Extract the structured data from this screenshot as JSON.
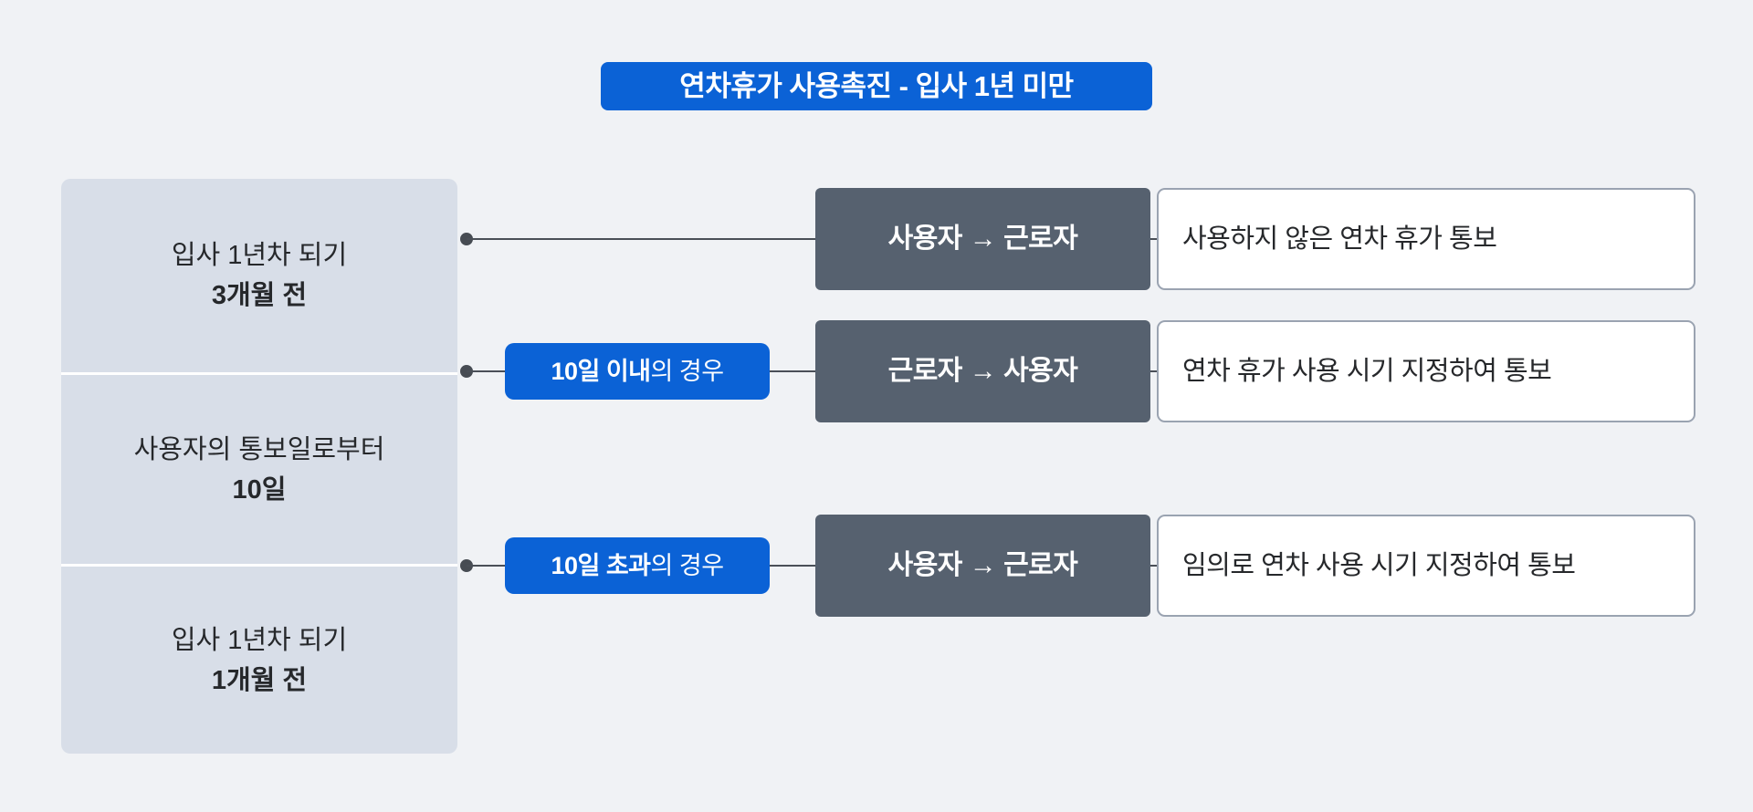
{
  "title": "연차휴가 사용촉진 - 입사 1년 미만",
  "colors": {
    "background": "#f0f2f5",
    "accent_blue": "#0b62d6",
    "panel_gray": "#d8dee8",
    "actor_slate": "#56616f",
    "connector": "#4a4f57",
    "text_dark": "#26282b",
    "desc_border": "#9aa3b1"
  },
  "timeline": {
    "sections": [
      {
        "line1": "입사 1년차 되기",
        "line2": "3개월 전"
      },
      {
        "line1": "사용자의 통보일로부터",
        "line2": "10일"
      },
      {
        "line1": "입사 1년차 되기",
        "line2": "1개월 전"
      }
    ]
  },
  "rows": [
    {
      "condition_bold": "",
      "condition_rest": "",
      "actor": "사용자 → 근로자",
      "description": "사용하지 않은 연차 휴가 통보"
    },
    {
      "condition_bold": "10일 이내",
      "condition_rest": "의 경우",
      "actor": "근로자 → 사용자",
      "description": "연차 휴가 사용 시기 지정하여 통보"
    },
    {
      "condition_bold": "10일 초과",
      "condition_rest": "의 경우",
      "actor": "사용자 → 근로자",
      "description": "임의로 연차 사용 시기 지정하여 통보"
    }
  ]
}
